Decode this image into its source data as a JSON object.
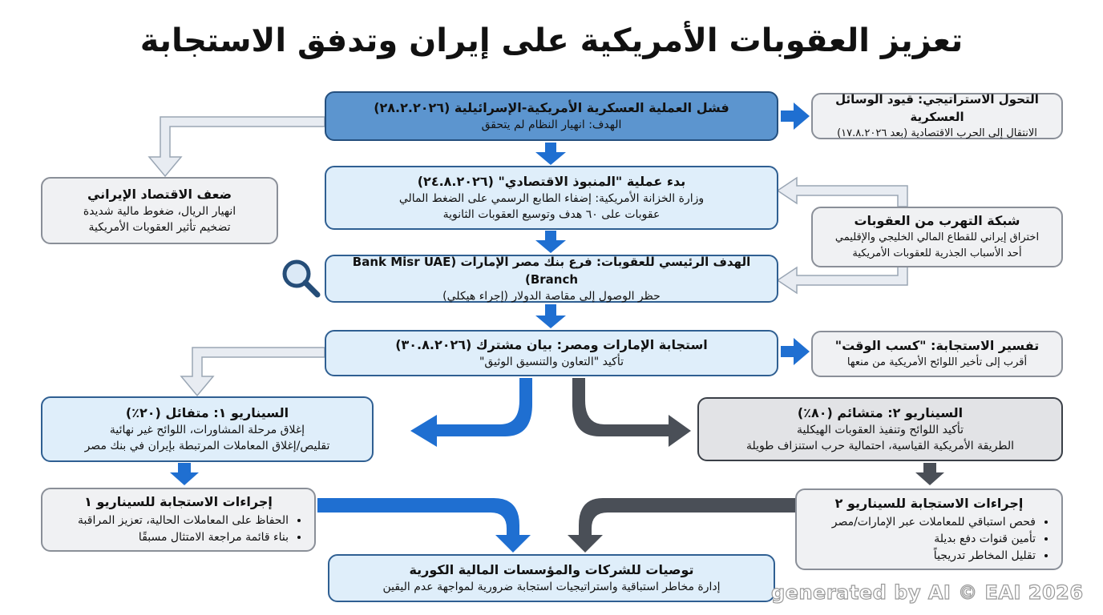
{
  "title": "تعزيز العقوبات الأمريكية على إيران وتدفق الاستجابة",
  "nodes": {
    "military_failure": {
      "heading": "فشل العملية العسكرية الأمريكية-الإسرائيلية (٢٨.٢.٢٠٢٦)",
      "line1": "الهدف: انهيار النظام لم يتحقق"
    },
    "strategic_shift": {
      "heading": "التحول الاستراتيجي: قيود الوسائل العسكرية",
      "line1": "الانتقال إلى الحرب الاقتصادية (بعد ١٧.٨.٢٠٢٦)"
    },
    "iran_economy": {
      "heading": "ضعف الاقتصاد الإيراني",
      "line1": "انهيار الريال، ضغوط مالية شديدة",
      "line2": "تضخيم تأثير العقوبات الأمريكية"
    },
    "economic_fury": {
      "heading": "بدء عملية \"المنبوذ الاقتصادي\" (٢٤.٨.٢٠٢٦)",
      "line1": "وزارة الخزانة الأمريكية: إضفاء الطابع الرسمي على الضغط المالي",
      "line2": "عقوبات على ٦٠ هدف وتوسيع العقوبات الثانوية"
    },
    "evasion_network": {
      "heading": "شبكة التهرب من العقوبات",
      "line1": "اختراق إيراني للقطاع المالي الخليجي والإقليمي",
      "line2": "أحد الأسباب الجذرية للعقوبات الأمريكية"
    },
    "main_target": {
      "heading": "الهدف الرئيسي للعقوبات: فرع بنك مصر الإمارات (Bank Misr UAE Branch)",
      "line1": "حظر الوصول إلى مقاصة الدولار (إجراء هيكلي)"
    },
    "joint_statement": {
      "heading": "استجابة الإمارات ومصر: بيان مشترك (٣٠.٨.٢٠٢٦)",
      "line1": "تأكيد \"التعاون والتنسيق الوثيق\""
    },
    "buying_time": {
      "heading": "تفسير الاستجابة: \"كسب الوقت\"",
      "line1": "أقرب إلى تأخير اللوائح الأمريكية من منعها"
    },
    "scenario1": {
      "heading": "السيناريو ١: متفائل (٢٠٪)",
      "line1": "إغلاق مرحلة المشاورات، اللوائح غير نهائية",
      "line2": "تقليص/إغلاق المعاملات المرتبطة بإيران في بنك مصر"
    },
    "scenario2": {
      "heading": "السيناريو ٢: متشائم (٨٠٪)",
      "line1": "تأكيد اللوائح وتنفيذ العقوبات الهيكلية",
      "line2": "الطريقة الأمريكية القياسية، احتمالية حرب استنزاف طويلة"
    },
    "response1": {
      "heading": "إجراءات الاستجابة للسيناريو ١",
      "items": [
        "الحفاظ على المعاملات الحالية، تعزيز المراقبة",
        "بناء قائمة مراجعة الامتثال مسبقًا"
      ]
    },
    "response2": {
      "heading": "إجراءات الاستجابة للسيناريو ٢",
      "items": [
        "فحص استباقي للمعاملات عبر الإمارات/مصر",
        "تأمين قنوات دفع بديلة",
        "تقليل المخاطر تدريجياً"
      ]
    },
    "recommendations": {
      "heading": "توصيات للشركات والمؤسسات المالية الكورية",
      "line1": "إدارة مخاطر استباقية واستراتيجيات استجابة ضرورية لمواجهة عدم اليقين"
    }
  },
  "icons": {
    "magnifier": "magnifier-icon"
  },
  "watermark": "generated by AI © EAI 2026",
  "colors": {
    "blue_arrow": "#1f6fd1",
    "dark_arrow": "#4a4f57",
    "light_arrow": "#cfd6e0"
  }
}
